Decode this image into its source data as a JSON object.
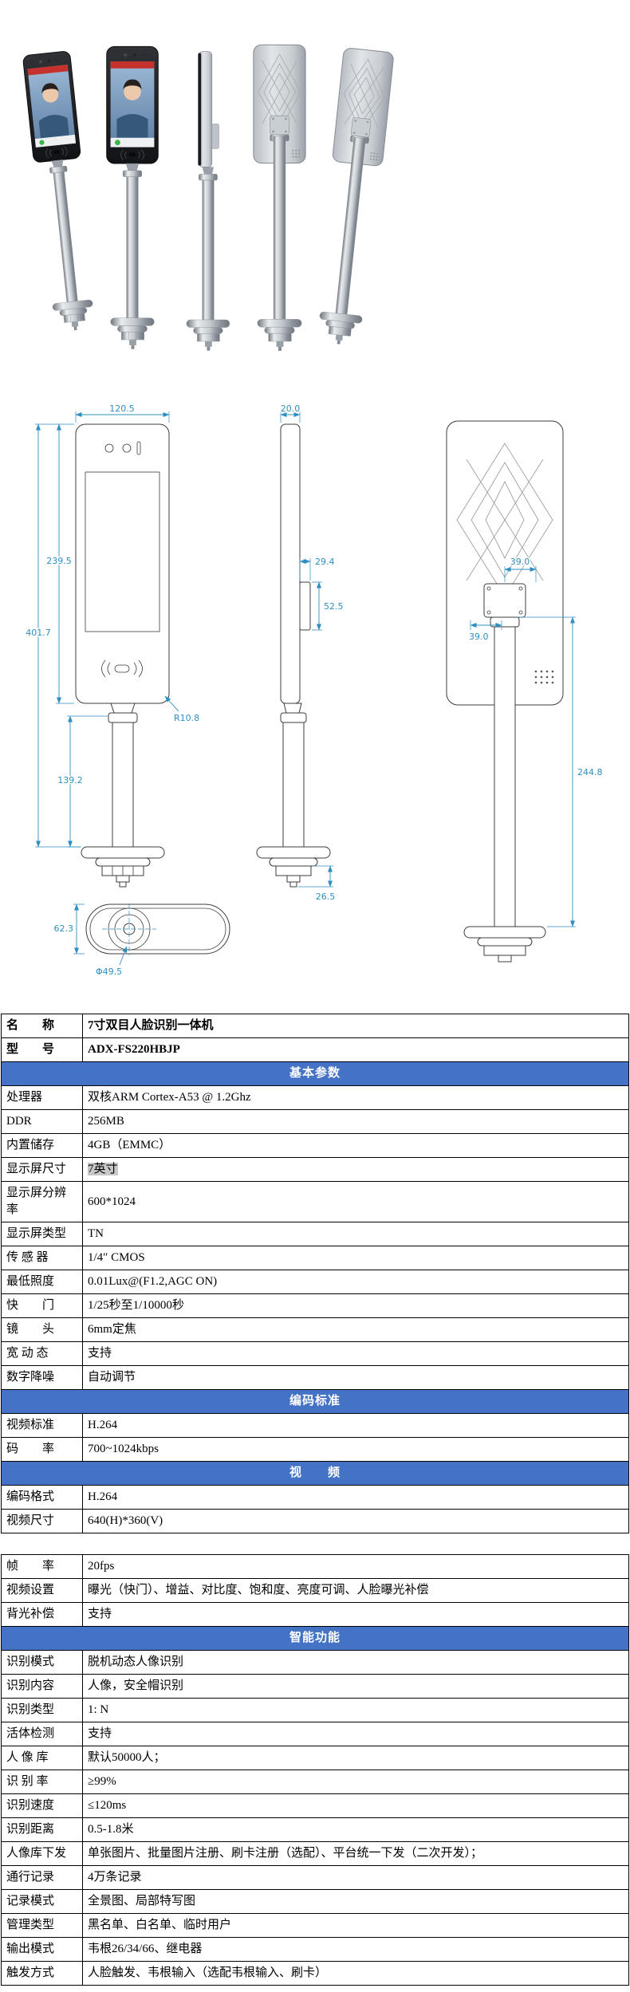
{
  "colors": {
    "section_header_bg": "#4472c4",
    "section_header_text": "#ffffff",
    "dimension_line": "#2e8fc0",
    "table_border": "#000000",
    "value_highlight": "#c8c8c8"
  },
  "drawings": {
    "front": {
      "width": "120.5",
      "panel_height": "239.5",
      "total_height": "401.7",
      "pole_height": "139.2",
      "corner_radius": "R10.8"
    },
    "side": {
      "depth": "20.0",
      "bracket_depth": "29.4",
      "bracket_height": "52.5",
      "base_bottom": "26.5"
    },
    "back": {
      "offset_top": "39.0",
      "offset_left": "39.0",
      "pole_length": "244.8"
    },
    "bottom": {
      "base_height": "62.3",
      "pole_diameter": "Φ49.5"
    }
  },
  "table": {
    "segments": [
      {
        "rows": [
          {
            "t": "kv",
            "label": "名　　称",
            "value": "7寸双目人脸识别一体机",
            "strong": true
          },
          {
            "t": "kv",
            "label": "型　　号",
            "value": "ADX-FS220HBJP",
            "strong": true
          },
          {
            "t": "header",
            "label": "基本参数"
          },
          {
            "t": "kv",
            "label": "处理器",
            "value": "双核ARM Cortex-A53 @ 1.2Ghz"
          },
          {
            "t": "kv",
            "label": "DDR",
            "value": "256MB"
          },
          {
            "t": "kv",
            "label": "内置储存",
            "value": "4GB（EMMC）"
          },
          {
            "t": "kv",
            "label": "显示屏尺寸",
            "value": "7英寸",
            "highlight": true
          },
          {
            "t": "kv",
            "label": "显示屏分辨率",
            "value": "600*1024"
          },
          {
            "t": "kv",
            "label": "显示屏类型",
            "value": "TN"
          },
          {
            "t": "kv",
            "label": "传 感 器",
            "value": "1/4″ CMOS"
          },
          {
            "t": "kv",
            "label": "最低照度",
            "value": "0.01Lux@(F1.2,AGC ON)"
          },
          {
            "t": "kv",
            "label": "快　　门",
            "value": "1/25秒至1/10000秒"
          },
          {
            "t": "kv",
            "label": "镜　　头",
            "value": "6mm定焦"
          },
          {
            "t": "kv",
            "label": "宽 动 态",
            "value": "支持"
          },
          {
            "t": "kv",
            "label": "数字降噪",
            "value": "自动调节"
          },
          {
            "t": "header",
            "label": "编码标准"
          },
          {
            "t": "kv",
            "label": "视频标准",
            "value": "H.264"
          },
          {
            "t": "kv",
            "label": "码　　率",
            "value": "700~1024kbps"
          },
          {
            "t": "header",
            "label": "视　　频"
          },
          {
            "t": "kv",
            "label": "编码格式",
            "value": "H.264"
          },
          {
            "t": "kv",
            "label": "视频尺寸",
            "value": "640(H)*360(V)"
          }
        ]
      },
      {
        "rows": [
          {
            "t": "kv",
            "label": "帧　　率",
            "value": "20fps"
          },
          {
            "t": "kv",
            "label": "视频设置",
            "value": "曝光（快门）、增益、对比度、饱和度、亮度可调、人脸曝光补偿"
          },
          {
            "t": "kv",
            "label": "背光补偿",
            "value": "支持"
          },
          {
            "t": "header",
            "label": "智能功能"
          },
          {
            "t": "kv",
            "label": "识别模式",
            "value": "脱机动态人像识别"
          },
          {
            "t": "kv",
            "label": "识别内容",
            "value": "人像，安全帽识别"
          },
          {
            "t": "kv",
            "label": "识别类型",
            "value": "1: N"
          },
          {
            "t": "kv",
            "label": "活体检测",
            "value": "支持"
          },
          {
            "t": "kv",
            "label": "人 像 库",
            "value": "默认50000人；"
          },
          {
            "t": "kv",
            "label": "识 别 率",
            "value": "≥99%"
          },
          {
            "t": "kv",
            "label": "识别速度",
            "value": "≤120ms"
          },
          {
            "t": "kv",
            "label": "识别距离",
            "value": "0.5-1.8米"
          },
          {
            "t": "kv",
            "label": "人像库下发",
            "value": "单张图片、批量图片注册、刷卡注册（选配）、平台统一下发（二次开发）；"
          },
          {
            "t": "kv",
            "label": "通行记录",
            "value": "4万条记录"
          },
          {
            "t": "kv",
            "label": "记录模式",
            "value": "全景图、局部特写图"
          },
          {
            "t": "kv",
            "label": "管理类型",
            "value": "黑名单、白名单、临时用户"
          },
          {
            "t": "kv",
            "label": "输出模式",
            "value": "韦根26/34/66、继电器"
          },
          {
            "t": "kv",
            "label": "触发方式",
            "value": "人脸触发、韦根输入（选配韦根输入、刷卡）"
          }
        ]
      }
    ]
  }
}
